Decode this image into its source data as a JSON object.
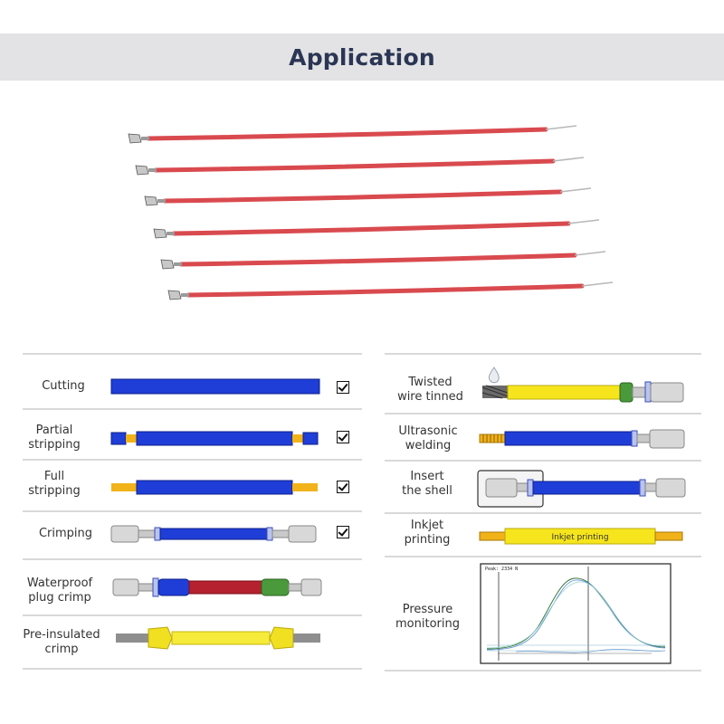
{
  "header": {
    "title": "Application"
  },
  "colors": {
    "wire_red": "#d94a4f",
    "bar_blue": "#1f3ed8",
    "bar_yellow": "#f6e51c",
    "strip_orange": "#f1b21a",
    "terminal_gray": "#cfcfcf",
    "seal_green": "#4a9a3c",
    "insulation_red": "#b5212e",
    "sleeve_yellow": "#f0e021"
  },
  "left_column": [
    {
      "label": "Cutting",
      "checked": true,
      "icon": "blue-bar"
    },
    {
      "label": "Partial\nstripping",
      "checked": true,
      "icon": "partially-stripped-wire"
    },
    {
      "label": "Full\nstripping",
      "checked": true,
      "icon": "fully-stripped-wire"
    },
    {
      "label": "Crimping",
      "checked": true,
      "icon": "crimped-wire"
    },
    {
      "label": "Waterproof\nplug crimp",
      "checked": false,
      "icon": "sealed-crimped-wire"
    },
    {
      "label": "Pre-insulated\ncrimp",
      "checked": false,
      "icon": "pre-insulated-crimp"
    }
  ],
  "right_column": [
    {
      "label": "Twisted\nwire tinned",
      "icon": "tinned-wire"
    },
    {
      "label": "Ultrasonic\nwelding",
      "icon": "welded-wire"
    },
    {
      "label": "Insert\nthe shell",
      "icon": "wire-in-housing"
    },
    {
      "label": "Inkjet\nprinting",
      "icon": "printed-wire",
      "print_text": "Inkjet printing"
    },
    {
      "label": "Pressure\nmonitoring",
      "icon": "crimp-force-curve",
      "chart_caption": "Peak: 2334 N"
    }
  ]
}
